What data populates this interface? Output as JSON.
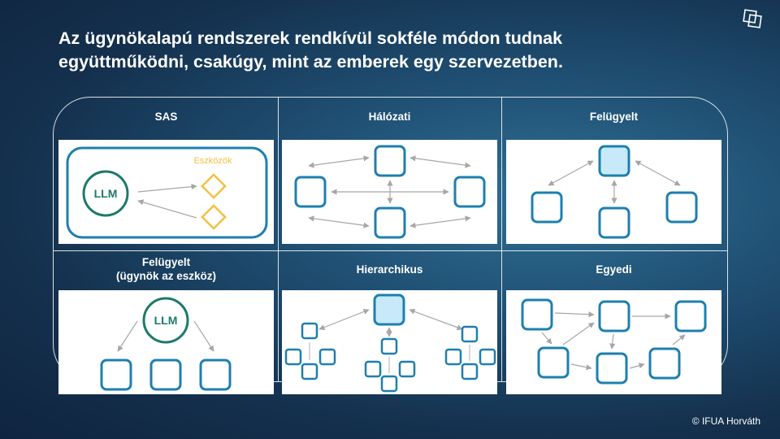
{
  "title_line1": "Az ügynökalapú rendszerek rendkívül sokféle módon tudnak",
  "title_line2": "együttműködni, csakúgy, mint az emberek egy szervezetben.",
  "logo_icon": "overlapping-squares-icon",
  "panels": [
    {
      "label": "SAS",
      "llm": "LLM",
      "tools_label": "Eszközök"
    },
    {
      "label": "Hálózati"
    },
    {
      "label": "Felügyelt"
    },
    {
      "label_line1": "Felügyelt",
      "label_line2": "(ügynök az eszköz)",
      "llm": "LLM"
    },
    {
      "label": "Hierarchikus"
    },
    {
      "label": "Egyedi"
    }
  ],
  "colors": {
    "node_border": "#1d7fb0",
    "node_highlight": "#c7e9fa",
    "llm_color": "#1c7a6a",
    "tool_color": "#f4c040",
    "arrow": "#a7a7a7"
  },
  "copyright": "© IFUA Horváth"
}
